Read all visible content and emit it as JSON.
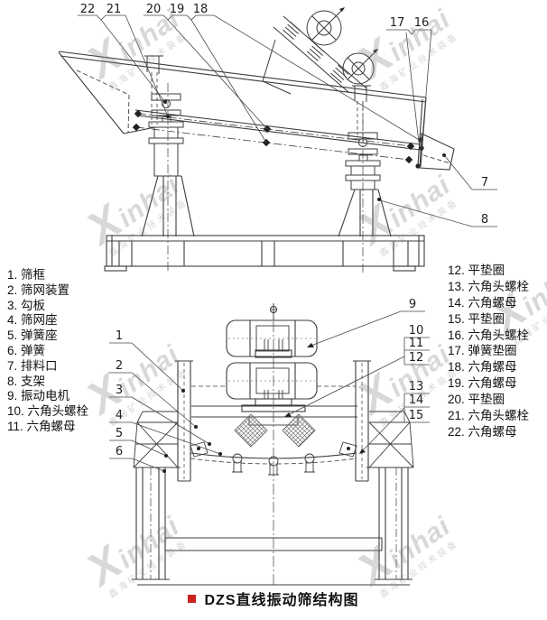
{
  "caption": {
    "text": "DZS直线振动筛结构图"
  },
  "watermark": {
    "brand": "Xinhai",
    "subtext": "鑫海矿业技术装备"
  },
  "parts_left": [
    "1. 筛框",
    "2. 筛网装置",
    "3. 勾板",
    "4. 筛网座",
    "5. 弹簧座",
    "6. 弹簧",
    "7. 排料口",
    "8. 支架",
    "9. 振动电机",
    "10. 六角头螺栓",
    "11. 六角螺母"
  ],
  "parts_right": [
    "12. 平垫圈",
    "13. 六角头螺栓",
    "14. 六角螺母",
    "15. 平垫圈",
    "16. 六角头螺栓",
    "17. 弹簧垫圈",
    "18. 六角螺母",
    "19. 六角螺母",
    "20. 平垫圈",
    "21. 六角头螺栓",
    "22. 六角螺母"
  ],
  "callouts": {
    "c1": "1",
    "c2": "2",
    "c3": "3",
    "c4": "4",
    "c5": "5",
    "c6": "6",
    "c7": "7",
    "c8": "8",
    "c9": "9",
    "c10": "10",
    "c11": "11",
    "c12": "12",
    "c13": "13",
    "c14": "14",
    "c15": "15",
    "c16": "16",
    "c17": "17",
    "c18": "18",
    "c19": "19",
    "c20": "20",
    "c21": "21",
    "c22": "22"
  },
  "colors": {
    "line": "#3c3c3c",
    "accent_red": "#cc2020",
    "watermark_gray": "#7d7d7d"
  }
}
